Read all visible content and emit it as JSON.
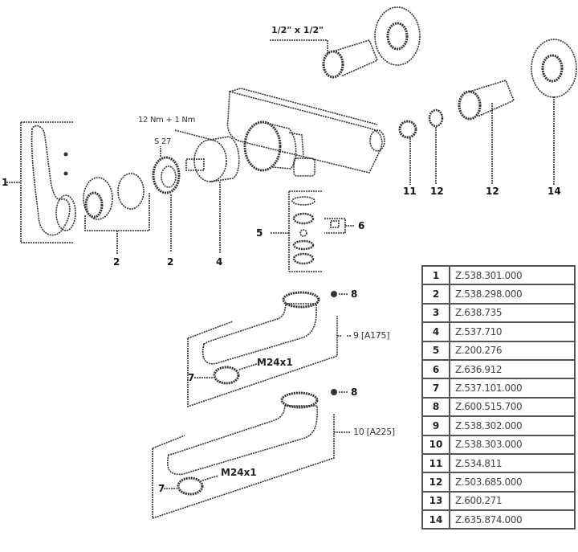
{
  "annotations": {
    "thread_spec": "1/2\" x 1/2\"",
    "torque": "12 Nm + 1 Nm",
    "wrench_size": "S 27",
    "thread_m24_top": "M24x1",
    "thread_m24_bottom": "M24x1",
    "spout_175": "9 [A175]",
    "spout_225": "10 [A225]"
  },
  "callouts": {
    "c1": "1",
    "c2a": "2",
    "c2b": "2",
    "c4": "4",
    "c5": "5",
    "c6": "6",
    "c7a": "7",
    "c7b": "7",
    "c8a": "8",
    "c8b": "8",
    "c11": "11",
    "c12a": "12",
    "c12b": "12",
    "c14": "14"
  },
  "parts_table": {
    "rows": [
      {
        "pos": "1",
        "code": "Z.538.301.000"
      },
      {
        "pos": "2",
        "code": "Z.538.298.000"
      },
      {
        "pos": "3",
        "code": "Z.638.735"
      },
      {
        "pos": "4",
        "code": "Z.537.710"
      },
      {
        "pos": "5",
        "code": "Z.200.276"
      },
      {
        "pos": "6",
        "code": "Z.636.912"
      },
      {
        "pos": "7",
        "code": "Z.537.101.000"
      },
      {
        "pos": "8",
        "code": "Z.600.515.700"
      },
      {
        "pos": "9",
        "code": "Z.538.302.000"
      },
      {
        "pos": "10",
        "code": "Z.538.303.000"
      },
      {
        "pos": "11",
        "code": "Z.534.811"
      },
      {
        "pos": "12",
        "code": "Z.503.685.000"
      },
      {
        "pos": "13",
        "code": "Z.600.271"
      },
      {
        "pos": "14",
        "code": "Z.635.874.000"
      }
    ]
  }
}
